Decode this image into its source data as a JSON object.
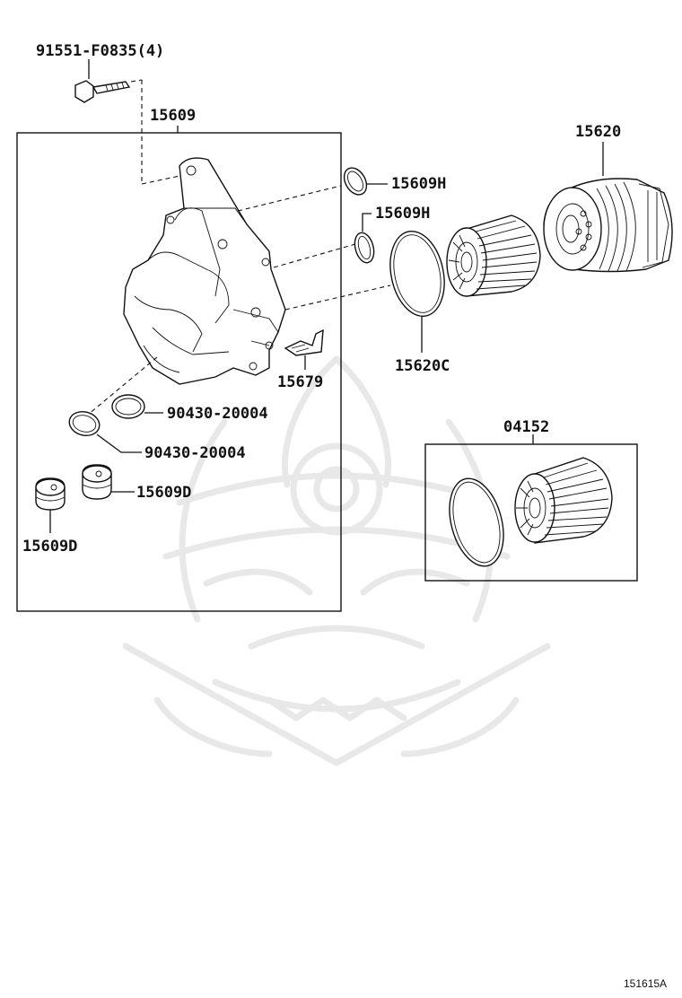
{
  "diagram": {
    "labels": {
      "bolt": "91551-F0835(4)",
      "housing": "15609",
      "oring_h1": "15609H",
      "oring_h2": "15609H",
      "cap": "15620",
      "gasket": "15620C",
      "plate": "15679",
      "oring_90430_a": "90430-20004",
      "oring_90430_b": "90430-20004",
      "plug_right": "15609D",
      "plug_left": "15609D",
      "filter_kit": "04152"
    },
    "ref_code": "151615A",
    "watermark": "samurai-helmet-logo"
  }
}
